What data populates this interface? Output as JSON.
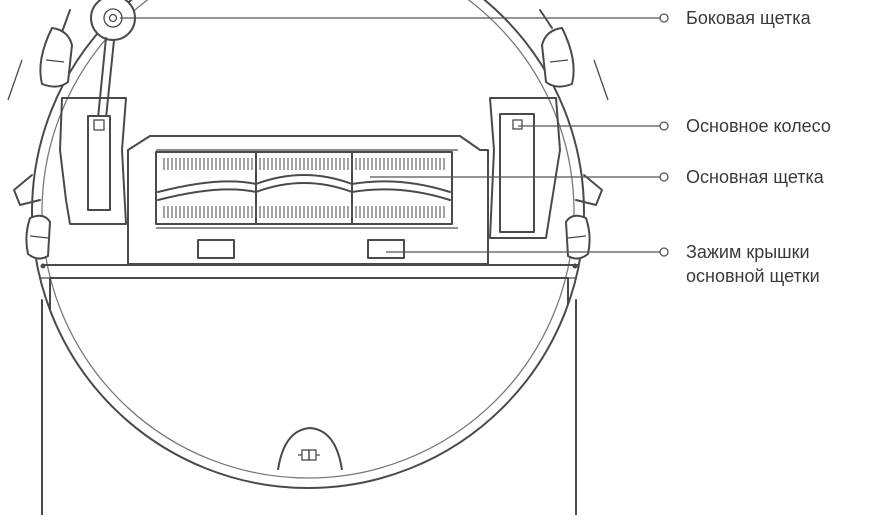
{
  "labels": {
    "side_brush": "Боковая щетка",
    "main_wheel": "Основное колесо",
    "main_brush": "Основная щетка",
    "brush_cover_clip_line1": "Зажим крышки",
    "brush_cover_clip_line2": "основной щетки"
  }
}
